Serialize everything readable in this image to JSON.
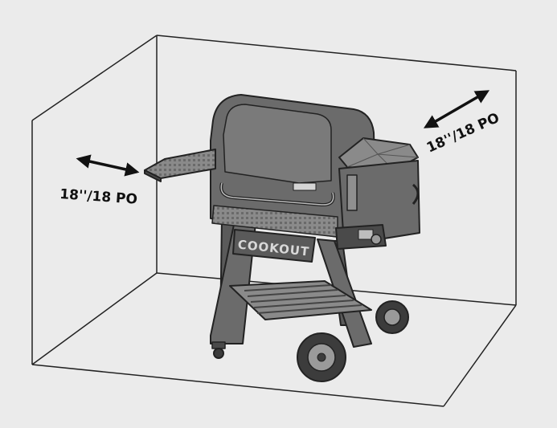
{
  "clearance": {
    "left_label": "18''/18 PO",
    "right_label": "18''/18 PO"
  },
  "grill": {
    "brand": "COOKOUT"
  },
  "colors": {
    "background": "#ebebeb",
    "room_lines": "#222222",
    "grill_body": "#6b6b6b",
    "grill_dark": "#4a4a4a",
    "grill_light": "#8a8a8a",
    "arrow": "#111111"
  }
}
